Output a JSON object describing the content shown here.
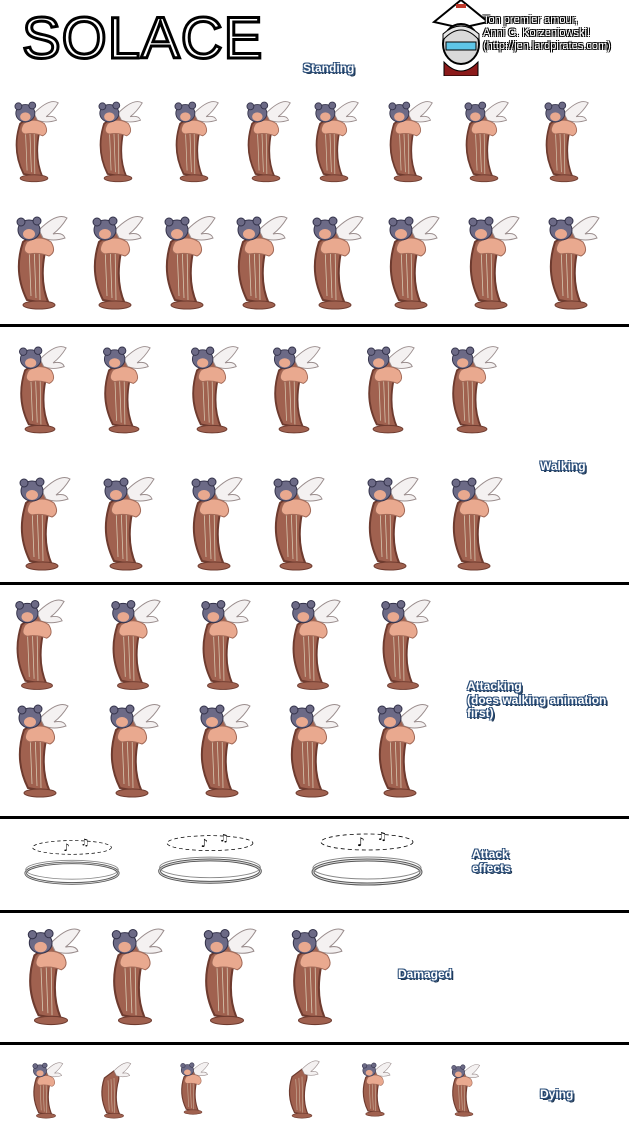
{
  "header": {
    "title": "SOLACE",
    "credit_line1": "Ton premier amour,",
    "credit_line2": "Anni C. Korzeniowski!",
    "credit_line3": "(http://jen.lardpirates.com)"
  },
  "sections": {
    "standing": "Standing",
    "walking": "Walking",
    "attacking": "Attacking",
    "attacking_note": "(does walking animation first)",
    "attack_effects_1": "Attack",
    "attack_effects_2": "effects",
    "damaged": "Damaged",
    "dying": "Dying"
  },
  "colors": {
    "harp": "#a0614f",
    "harp_dark": "#6e3b2f",
    "skin": "#e9a98f",
    "hair": "#6c6a86",
    "wing": "#f4f1f1",
    "label_outline": "#2c4f7a"
  }
}
